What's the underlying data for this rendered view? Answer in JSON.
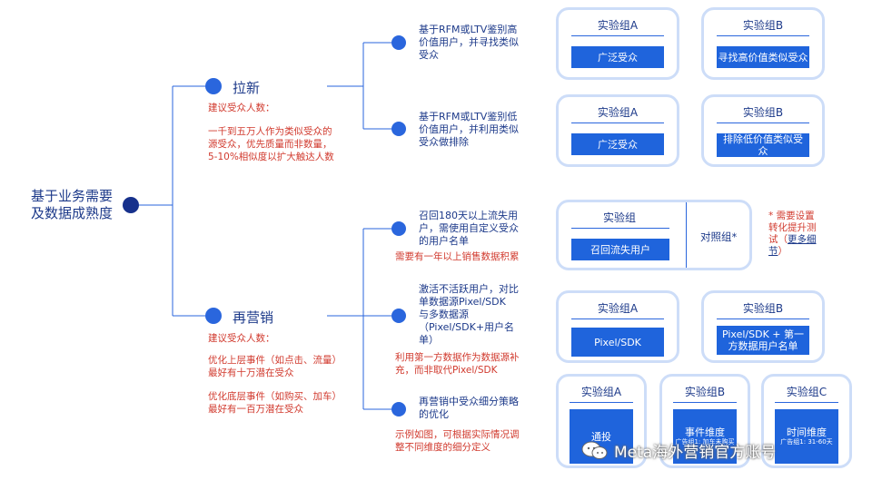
{
  "root": {
    "label": "基于业务需要\n及数据成熟度"
  },
  "branches": {
    "lx": {
      "title": "拉新",
      "note_label": "建议受众人数：",
      "note_body": "一千到五万人作为类似受众的源受众，优先质量而非数量，5-10%相似度以扩大触达人数",
      "items": [
        {
          "desc": "基于RFM或LTV鉴别高价值用户，并寻找类似受众"
        },
        {
          "desc": "基于RFM或LTV鉴别低价值用户，并利用类似受众做排除"
        }
      ]
    },
    "zyx": {
      "title": "再营销",
      "note_label": "建议受众人数：",
      "note_upper": "优化上层事件（如点击、流量）最好有十万潜在受众",
      "note_lower": "优化底层事件（如购买、加车）最好有一百万潜在受众",
      "items": [
        {
          "desc": "召回180天以上流失用户，需使用自定义受众的用户名单",
          "red": "需要有一年以上销售数据积累"
        },
        {
          "desc": "激活不活跃用户，对比单数据源Pixel/SDK 与多数据源（Pixel/SDK+用户名单）",
          "red": "利用第一方数据作为数据源补充，而非取代Pixel/SDK"
        },
        {
          "desc": "再营销中受众细分策略的优化",
          "red": "示例如图，可根据实际情况调整不同维度的细分定义"
        }
      ]
    }
  },
  "cards": {
    "r1a": {
      "title": "实验组A",
      "bar": "广泛受众"
    },
    "r1b": {
      "title": "实验组B",
      "bar": "寻找高价值类似受众"
    },
    "r2a": {
      "title": "实验组A",
      "bar": "广泛受众"
    },
    "r2b": {
      "title": "实验组B",
      "bar": "排除低价值类似受众"
    },
    "r3": {
      "title": "实验组",
      "bar": "召回流失用户",
      "control": "对照组*"
    },
    "r3note": {
      "text": "* 需要设置转化提升测试（",
      "link": "更多细节",
      "close": "）"
    },
    "r4a": {
      "title": "实验组A",
      "bar": "Pixel/SDK"
    },
    "r4b": {
      "title": "实验组B",
      "bar": "Pixel/SDK + 第一方数据用户名单"
    },
    "r5a": {
      "title": "实验组A",
      "bar": "通投"
    },
    "r5b": {
      "title": "实验组B",
      "bar": "事件维度",
      "sub": "广告组1: 加车未购买"
    },
    "r5c": {
      "title": "实验组C",
      "bar": "时间维度",
      "sub": "广告组1: 31-60天"
    }
  },
  "watermark": {
    "text": "Meta海外营销官方账号",
    "icon": "wechat-icon"
  },
  "colors": {
    "accent": "#1f64dc",
    "root": "#17318c",
    "card_border": "#cdddf8",
    "red": "#d13a2e"
  }
}
